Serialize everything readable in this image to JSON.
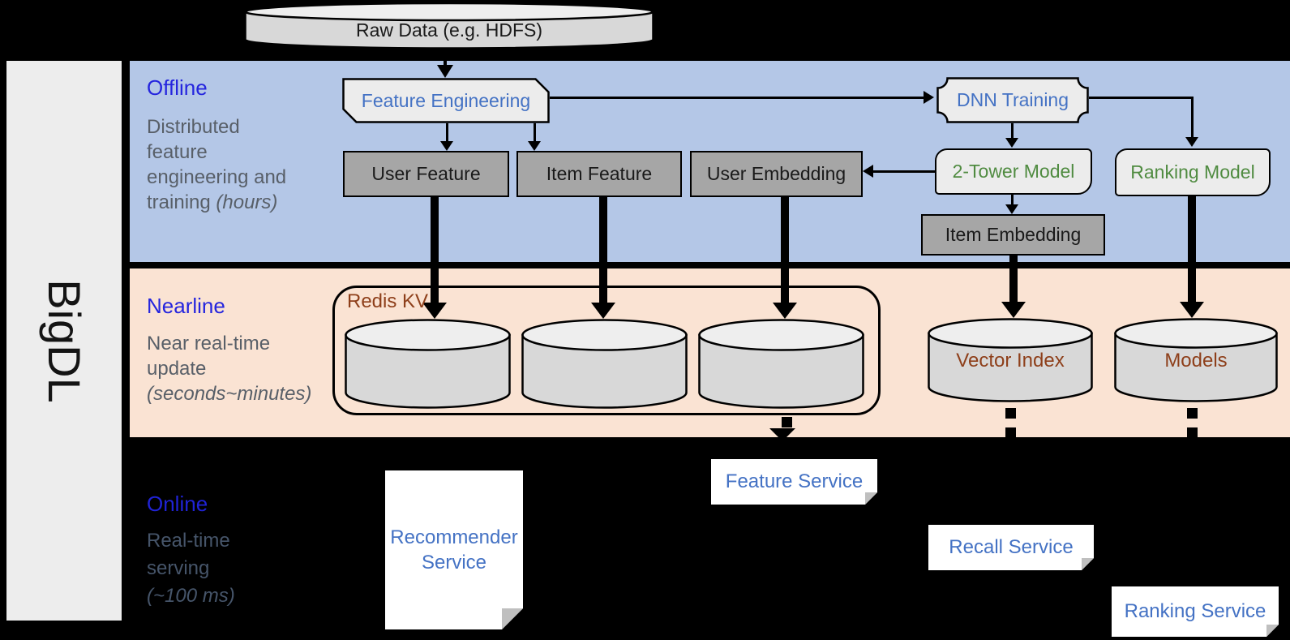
{
  "brand": {
    "label": "BigDL"
  },
  "raw_data": {
    "label": "Raw Data (e.g. HDFS)"
  },
  "offline": {
    "title": "Offline",
    "desc_line1": "Distributed",
    "desc_line2": "feature",
    "desc_line3": "engineering and",
    "desc_line4_plain": "training ",
    "desc_line4_italic": "(hours)",
    "boxes": {
      "feature_engineering": "Feature Engineering",
      "dnn_training": "DNN Training",
      "user_feature": "User Feature",
      "item_feature": "Item Feature",
      "user_embedding": "User Embedding",
      "two_tower_model": "2-Tower Model",
      "ranking_model": "Ranking Model",
      "item_embedding": "Item Embedding"
    }
  },
  "nearline": {
    "title": "Nearline",
    "desc_line1": "Near real-time",
    "desc_line2": "update",
    "desc_line3_italic": "(seconds~minutes)",
    "redis_label": "Redis KV",
    "vector_index_label": "Vector Index",
    "models_label": "Models"
  },
  "online": {
    "title": "Online",
    "desc_line1": "Real-time",
    "desc_line2": "serving",
    "desc_line3_italic": "(~100 ms)",
    "services": {
      "recommender": "Recommender Service",
      "feature": "Feature Service",
      "recall": "Recall Service",
      "ranking": "Ranking Service"
    }
  },
  "colors": {
    "band_offline": "#B4C7E7",
    "band_nearline": "#FAE3D3",
    "sidebar_gray": "#EDEDED",
    "band_title_blue": "#2525DE",
    "process_text_blue": "#4472C4",
    "model_text_green": "#4F8B40",
    "storage_text_brown": "#8E3F1A",
    "gray_box": "#A6A6A6",
    "cylinder_body": "#D8D8D8"
  }
}
